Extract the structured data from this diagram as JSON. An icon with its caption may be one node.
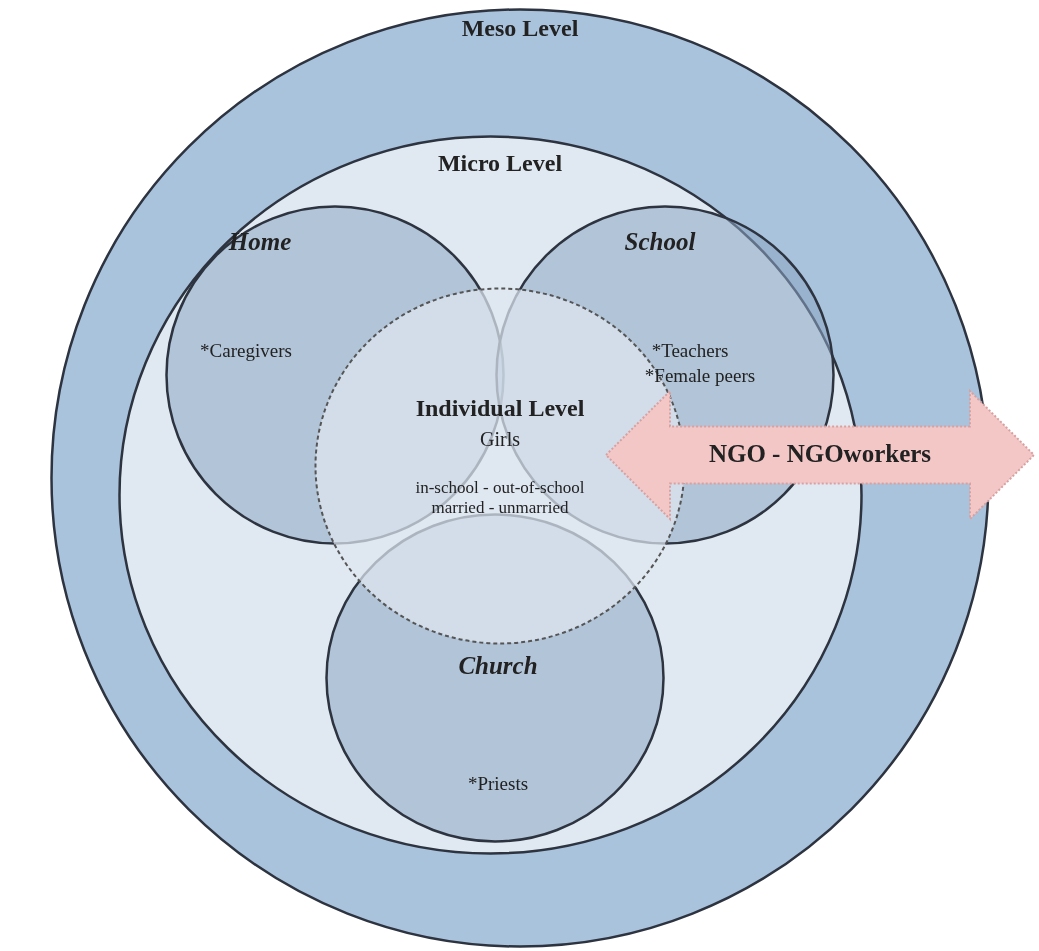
{
  "diagram": {
    "nodes": [
      {
        "text": [
          "Meso Level"
        ]
      },
      {
        "text": [
          "Micro Level"
        ],
        "in": 0
      },
      {
        "text": [
          "Home",
          "*Caregivers"
        ],
        "in": 1
      },
      {
        "text": [
          "School",
          "*Teachers",
          "*Female peers"
        ],
        "in": 1
      },
      {
        "text": [
          "Individual Level",
          "Girls",
          "in-school - out-of-school married - unmarried"
        ],
        "in": 1
      },
      {
        "text": [
          "Church",
          "*Priests"
        ],
        "in": 1
      },
      {
        "text": [
          "NGO - NGOworkers"
        ]
      }
    ]
  }
}
